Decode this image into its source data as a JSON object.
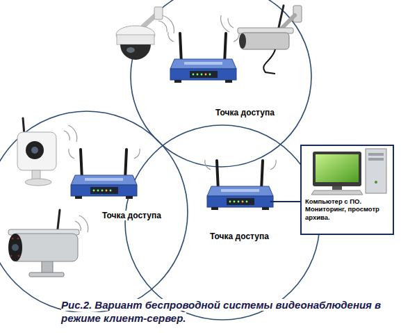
{
  "diagram": {
    "caption": "Рис.2. Вариант беспроводной системы видеонаблюдения в режиме клиент-сервер.",
    "nodes": [
      {
        "text": [
          "Точка доступа"
        ]
      },
      {
        "text": [
          "Точка доступа"
        ]
      },
      {
        "text": [
          "Точка доступа"
        ]
      },
      {
        "text": [
          "Компьютер с ПО. Мониторинг, просмотр архива."
        ]
      }
    ],
    "edges": [
      {
        "from": 2,
        "to": 3,
        "arrow": "none"
      }
    ]
  }
}
